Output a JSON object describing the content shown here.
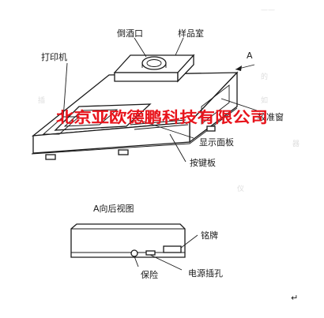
{
  "labels": {
    "pour_spout": "倒酒口",
    "sample_chamber": "样品室",
    "view_marker": "A",
    "printer": "打印机",
    "calibration_window": "校准窗",
    "display_panel": "显示面板",
    "keypad": "按键板",
    "rear_view_title": "A向后视图",
    "nameplate": "铭牌",
    "fuse": "保险",
    "power_socket": "电源插孔",
    "paragraph_mark": "↵"
  },
  "watermark": {
    "text": "北京亚欧德鹏科技有限公司",
    "color": "#e8141c"
  }
}
